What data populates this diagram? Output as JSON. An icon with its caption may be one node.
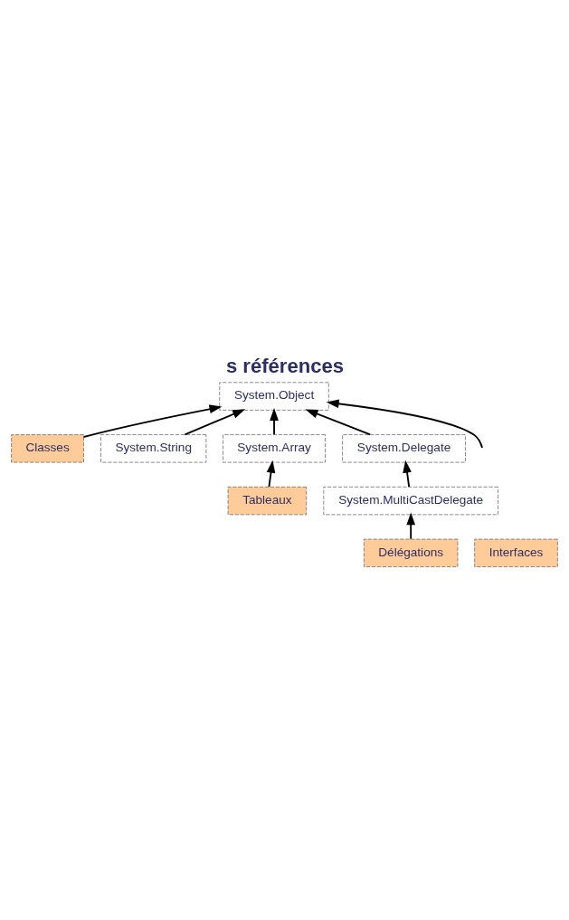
{
  "diagram": {
    "title": "s références",
    "nodes": [
      {
        "text": [
          "System.Object"
        ]
      },
      {
        "text": [
          "Interfaces"
        ]
      },
      {
        "text": [
          "Classes"
        ]
      },
      {
        "text": [
          "System.String"
        ]
      },
      {
        "text": [
          "System.Array"
        ]
      },
      {
        "text": [
          "Tableaux"
        ]
      },
      {
        "text": [
          "System.Delegate"
        ]
      },
      {
        "text": [
          "System.MultiCastDelegate"
        ]
      },
      {
        "text": [
          "Délégations"
        ]
      }
    ],
    "edges": [
      {
        "from": 2,
        "to": 0,
        "arrow": "to"
      },
      {
        "from": 3,
        "to": 0,
        "arrow": "to"
      },
      {
        "from": 4,
        "to": 0,
        "arrow": "to"
      },
      {
        "from": 6,
        "to": 0,
        "arrow": "to"
      },
      {
        "from": null,
        "to": 0,
        "arrow": "to"
      },
      {
        "from": 5,
        "to": 4,
        "arrow": "to"
      },
      {
        "from": 7,
        "to": 6,
        "arrow": "to"
      },
      {
        "from": 8,
        "to": 7,
        "arrow": "to"
      }
    ]
  }
}
